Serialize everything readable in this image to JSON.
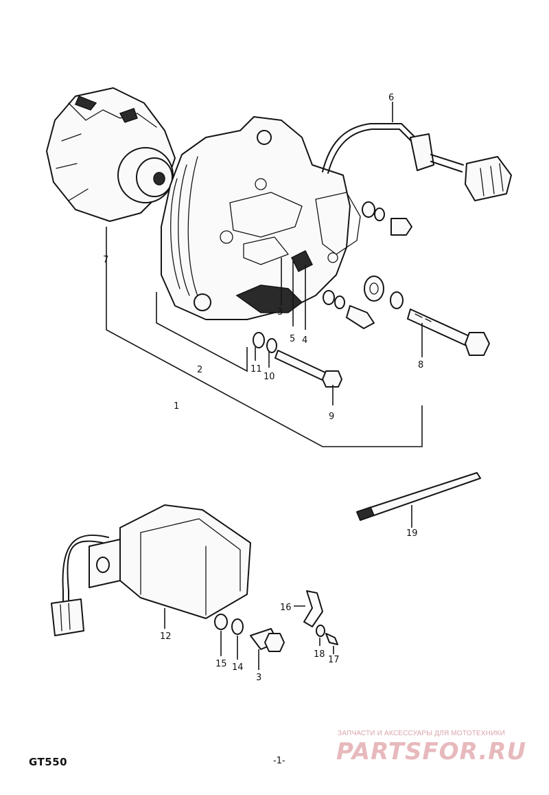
{
  "callouts": {
    "p1": "1",
    "p2": "2",
    "p3a": "3",
    "p3b": "3",
    "p4": "4",
    "p5": "5",
    "p6": "6",
    "p7": "7",
    "p8": "8",
    "p9": "9",
    "p10": "10",
    "p11": "11",
    "p12": "12",
    "p14": "14",
    "p15": "15",
    "p16": "16",
    "p17": "17",
    "p18": "18",
    "p19": "19"
  },
  "footer": {
    "model": "GT550",
    "page": "-1-"
  },
  "watermark": {
    "tagline": "ЗАПЧАСТИ И АКСЕССУАРЫ ДЛЯ МОТОТЕХНИКИ",
    "brand": "PARTSFOR.RU"
  }
}
